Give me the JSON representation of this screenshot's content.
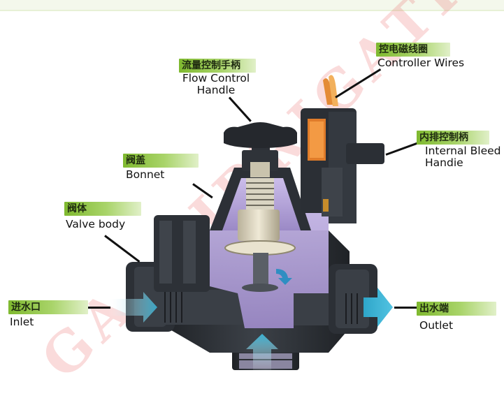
{
  "watermark": {
    "text": "GA IRRIGATION",
    "color": "#e65a5a"
  },
  "callouts": {
    "flow_control_handle": {
      "tag": "流量控制手柄",
      "label_line1": "Flow Control",
      "label_line2": "Handle"
    },
    "controller_wires": {
      "tag": "控电磁线圈",
      "label": "Controller Wires"
    },
    "internal_bleed_handle": {
      "tag": "内排控制柄",
      "label_line1": "Internal Bleed",
      "label_line2": "Handie"
    },
    "bonnet": {
      "tag": "阀盖",
      "label": "Bonnet"
    },
    "valve_body": {
      "tag": "阀体",
      "label": "Valve body"
    },
    "inlet": {
      "tag": "进水口",
      "label": "Inlet"
    },
    "outlet": {
      "tag": "出水端",
      "label": "Outlet"
    }
  },
  "colors": {
    "tag_green": "#8bc441",
    "body_dark": "#2f3339",
    "cutaway_purple": "#b7a7d8",
    "flow_arrow": "#3ab3d4"
  }
}
